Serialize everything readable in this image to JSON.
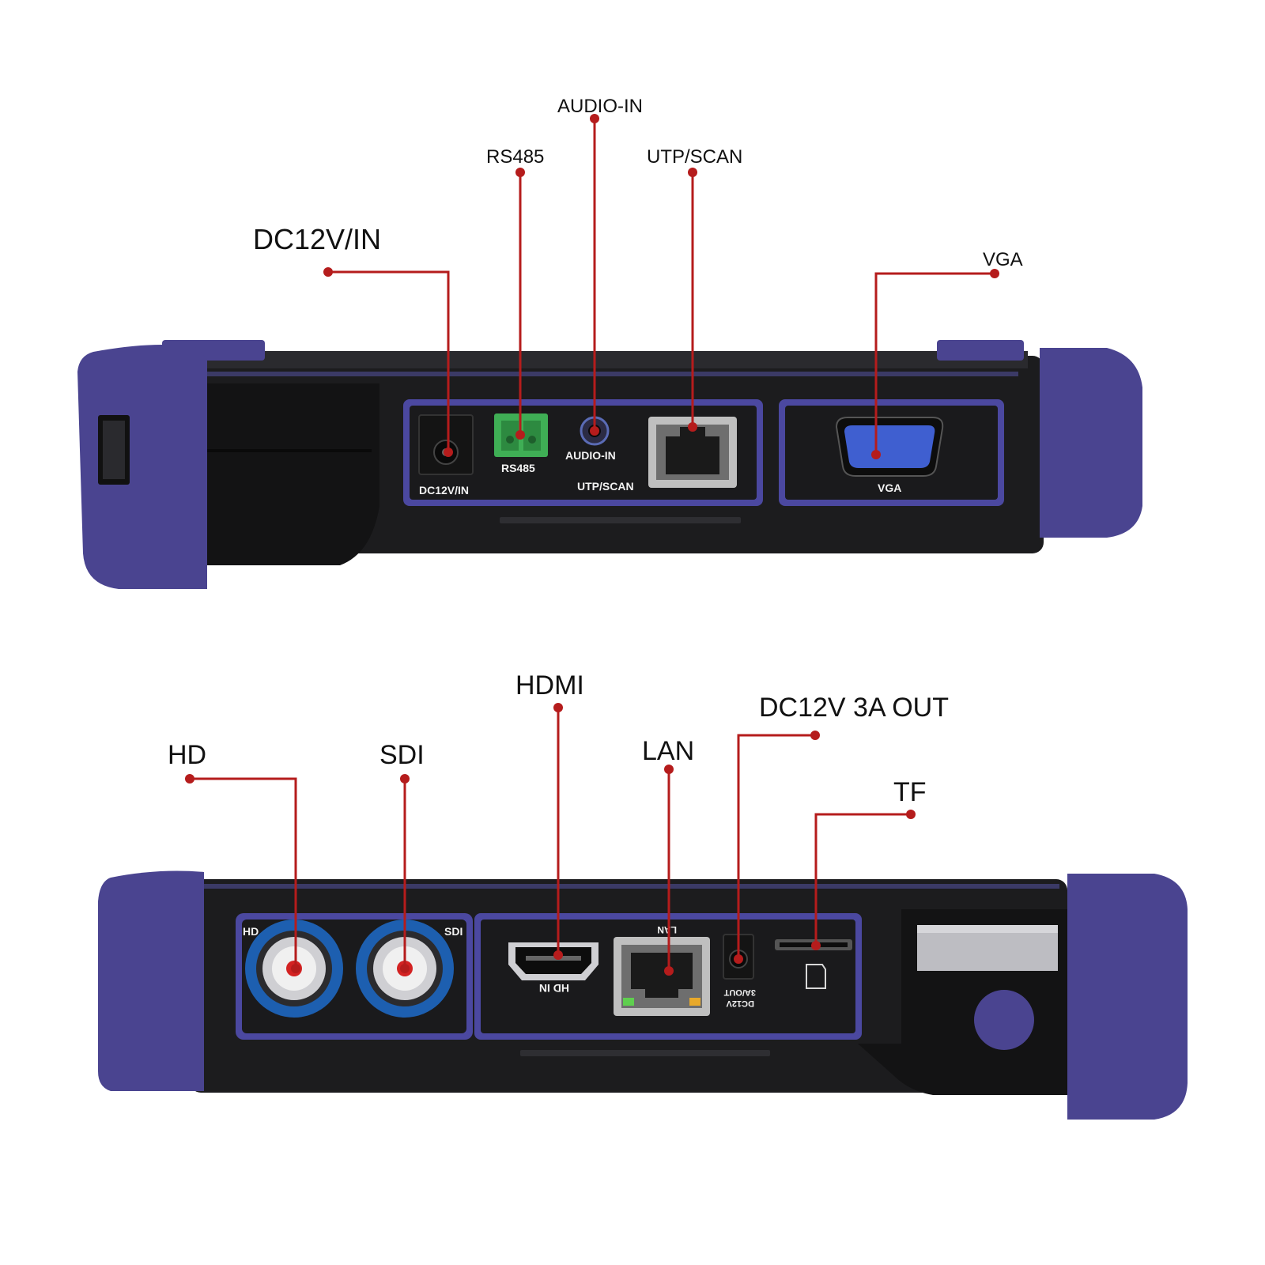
{
  "top_panel": {
    "callouts": {
      "dc_in": "DC12V/IN",
      "rs485": "RS485",
      "audio_in": "AUDIO-IN",
      "utp_scan": "UTP/SCAN",
      "vga": "VGA"
    },
    "port_labels": {
      "dc_in": "DC12V/IN",
      "rs485": "RS485",
      "audio_in": "AUDIO-IN",
      "utp_scan": "UTP/SCAN",
      "vga": "VGA"
    }
  },
  "bottom_panel": {
    "callouts": {
      "hd": "HD",
      "sdi": "SDI",
      "hdmi": "HDMI",
      "lan": "LAN",
      "dc_out": "DC12V 3A OUT",
      "tf": "TF"
    },
    "port_labels": {
      "hd": "HD",
      "sdi": "SDI",
      "hdmi": "HD IN",
      "lan": "LAN",
      "dc_out_line1": "DC12V",
      "dc_out_line2": "3A/OUT"
    }
  },
  "colors": {
    "bumper": "#4a4490",
    "body": "#1c1c1e",
    "panel_border": "#4b48a0",
    "leader_line": "#b51c1c",
    "vga_connector": "#3f5fd0",
    "rs485_terminal": "#3fae55",
    "bnc_ring": "#1d5fb0"
  },
  "icons": [
    "bnc-connector-icon",
    "hdmi-port-icon",
    "rj45-port-icon",
    "vga-port-icon",
    "sd-card-icon",
    "dc-jack-icon",
    "audio-jack-icon",
    "terminal-block-icon"
  ]
}
